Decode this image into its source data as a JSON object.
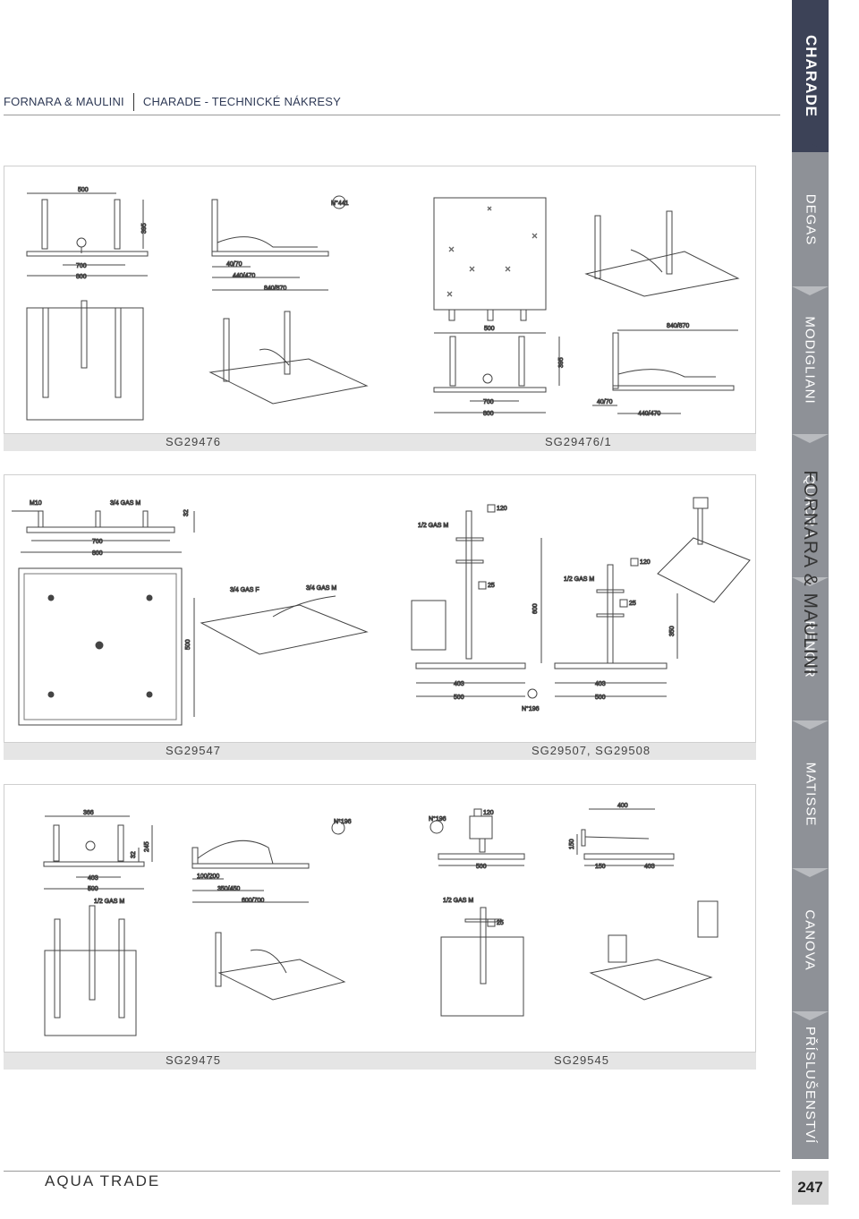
{
  "header": {
    "brand": "FORNARA & MAULINI",
    "section": "CHARADE - TECHNICKÉ NÁKRESY"
  },
  "sidebar": {
    "items": [
      "CHARADE",
      "DEGAS",
      "MODIGLIANI",
      "QUADRA",
      "RENOIR",
      "MATISSE",
      "CANOVA",
      "PŘÍSLUŠENSTVÍ"
    ],
    "active": "CHARADE",
    "page_number": "247"
  },
  "side_brand": "FORNARA & MAULINI",
  "panels": [
    {
      "label_left": "SG29476",
      "label_right": "SG29476/1",
      "dims_left": [
        "500",
        "395",
        "N°441",
        "700",
        "800",
        "40/70",
        "440/470",
        "840/870"
      ],
      "dims_right": [
        "500",
        "395",
        "700",
        "800",
        "840/870",
        "40/70",
        "440/470"
      ]
    },
    {
      "label_left": "SG29547",
      "label_right": "SG29507, SG29508",
      "dims_left": [
        "M10",
        "3/4 GAS M",
        "32",
        "700",
        "800",
        "3/4 GAS F",
        "3/4 GAS M",
        "500"
      ],
      "dims_right": [
        "1/2 GAS M",
        "120",
        "25",
        "600",
        "403",
        "500",
        "N°196",
        "1/2 GAS M",
        "120",
        "25",
        "350",
        "403",
        "500"
      ]
    },
    {
      "label_left": "SG29475",
      "label_right": "SG29545",
      "dims_left": [
        "366",
        "N°196",
        "32",
        "245",
        "403",
        "500",
        "100/200",
        "350/450",
        "600/700",
        "1/2 GAS M"
      ],
      "dims_right": [
        "N°196",
        "120",
        "500",
        "400",
        "150",
        "150",
        "403",
        "1/2 GAS M",
        "25"
      ]
    }
  ],
  "footer": {
    "logo": "AQUA TRADE"
  },
  "colors": {
    "sidebar": "#8e9197",
    "sidebar_active": "#3c4257",
    "label_bar": "#e5e5e5"
  }
}
